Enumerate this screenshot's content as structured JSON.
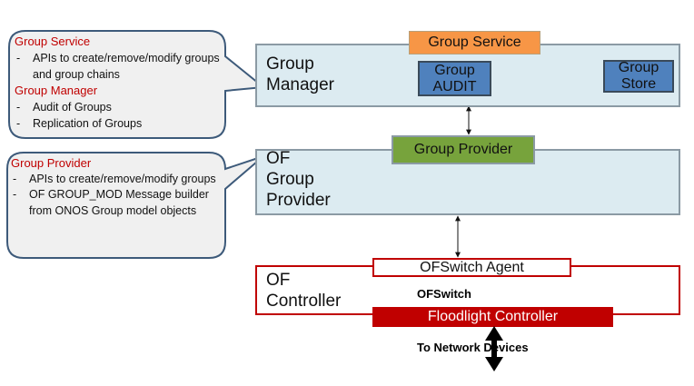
{
  "group_manager": {
    "title": "Group Manager",
    "service_tag": "Group Service",
    "audit_label": "Group AUDIT",
    "store_label": "Group Store"
  },
  "of_group_provider": {
    "title": "OF Group Provider",
    "provider_tag": "Group Provider"
  },
  "of_controller": {
    "title": "OF Controller",
    "agent_label": "OFSwitch Agent",
    "ofswitch_label": "OFSwitch",
    "floodlight_label": "Floodlight Controller",
    "network_label": "To Network Devices"
  },
  "callout_top": {
    "section1_title": "Group Service",
    "section1_items": [
      "APIs to create/remove/modify groups and group chains"
    ],
    "section2_title": "Group Manager",
    "section2_items": [
      "Audit of Groups",
      "Replication of Groups"
    ]
  },
  "callout_bottom": {
    "title": "Group Provider",
    "items": [
      "APIs to create/remove/modify groups",
      "OF GROUP_MOD Message builder from ONOS Group model objects"
    ]
  },
  "colors": {
    "layer_fill": "#dcebf1",
    "layer_border": "#8b9aa4",
    "callout_fill": "#f0f0f0",
    "callout_border": "#3d5a7a",
    "service_tag": "#f79646",
    "provider_tag": "#77a33c",
    "audit_store": "#4f81bd",
    "controller_red": "#c00000",
    "header_red": "#c00000"
  }
}
